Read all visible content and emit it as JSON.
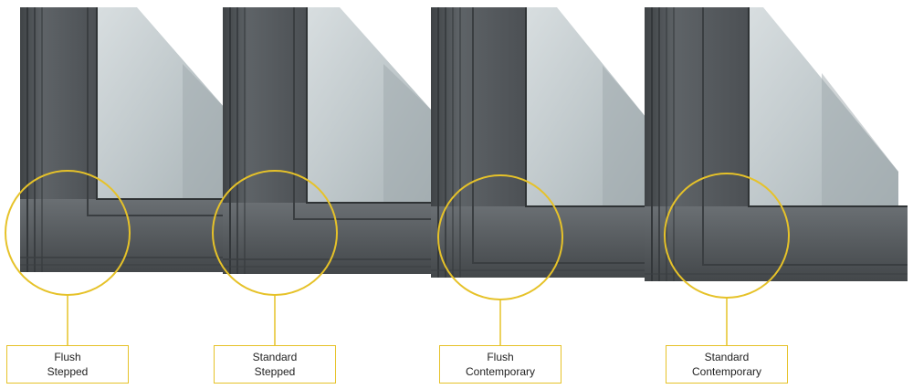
{
  "accent_color": "#e6c229",
  "frame_color": "#5b6064",
  "glass_color": "#c9d1d3",
  "profiles": [
    {
      "line1": "Flush",
      "line2": "Stepped"
    },
    {
      "line1": "Standard",
      "line2": "Stepped"
    },
    {
      "line1": "Flush",
      "line2": "Contemporary"
    },
    {
      "line1": "Standard",
      "line2": "Contemporary"
    }
  ]
}
